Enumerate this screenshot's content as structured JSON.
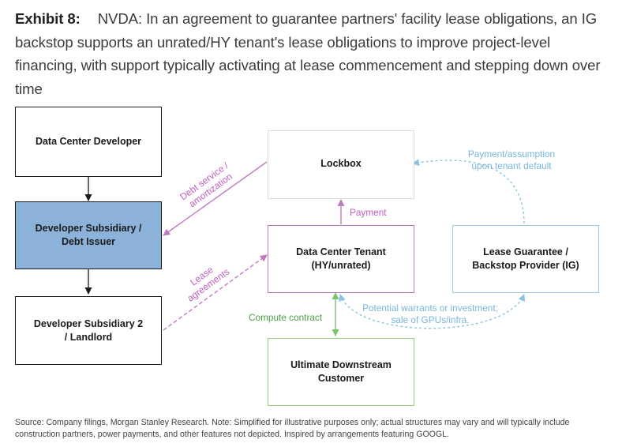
{
  "title": {
    "label": "Exhibit 8:",
    "text": "NVDA: In an agreement to guarantee partners' facility lease obligations, an IG backstop supports an unrated/HY tenant's lease obligations to improve project-level financing, with support typically activating at lease commencement and stepping down over time"
  },
  "boxes": {
    "developer": "Data Center Developer",
    "subsidiary": "Developer Subsidiary / Debt Issuer",
    "landlord": "Developer Subsidiary 2 / Landlord",
    "lockbox": "Lockbox",
    "tenant_line1": "Data Center Tenant",
    "tenant_line2": "(HY/unrated)",
    "guarantee": "Lease Guarantee / Backstop Provider (IG)",
    "customer": "Ultimate Downstream Customer"
  },
  "labels": {
    "debt_service_line1": "Debt service /",
    "debt_service_line2": "amortization",
    "lease_line1": "Lease",
    "lease_line2": "agreements",
    "payment": "Payment",
    "compute_contract": "Compute contract",
    "payment_assumption_line1": "Payment/assumption",
    "payment_assumption_line2": "upon tenant default",
    "warrants_line1": "Potential warrants or investment;",
    "warrants_line2": "sale of GPUs/infra."
  },
  "source": "Source: Company filings, Morgan Stanley Research. Note: Simplified for illustrative purposes only; actual structures may vary and will typically include construction partners, power payments, and other features not depicted. Inspired by arrangements featuring GOOGL.",
  "colors": {
    "dark": "#1a1a1a",
    "pink": "#c07ac0",
    "green": "#8fcf7d",
    "blue": "#9fcbe3",
    "highlight_fill": "#8db2d9"
  }
}
